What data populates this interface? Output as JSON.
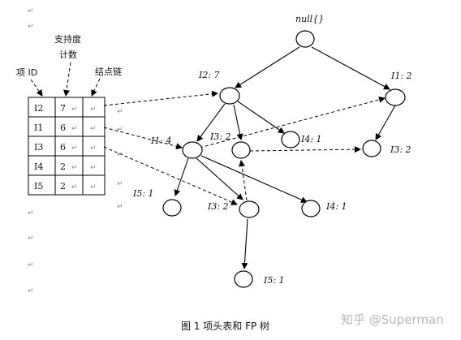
{
  "header_table": {
    "col_headers": {
      "item_id": "项 ID",
      "support_line1": "支持度",
      "support_line2": "计数",
      "node_link": "结点链"
    },
    "rows": [
      {
        "item": "I2",
        "count": "7"
      },
      {
        "item": "I1",
        "count": "6"
      },
      {
        "item": "I3",
        "count": "6"
      },
      {
        "item": "I4",
        "count": "2"
      },
      {
        "item": "I5",
        "count": "2"
      }
    ]
  },
  "tree": {
    "root_label": "null{}",
    "nodes": {
      "n_i2_7": "I2: 7",
      "n_i1_2": "I1: 2",
      "n_i1_4": "I1: 4",
      "n_i3_2_a": "I3: 2",
      "n_i4_1_a": "I4: 1",
      "n_i3_2_b": "I3: 2",
      "n_i5_1_a": "I5: 1",
      "n_i3_2_c": "I3: 2",
      "n_i4_1_b": "I4: 1",
      "n_i5_1_b": "I5: 1"
    }
  },
  "caption": "图 1 项头表和 FP 树",
  "watermark": "知乎 @Superman"
}
